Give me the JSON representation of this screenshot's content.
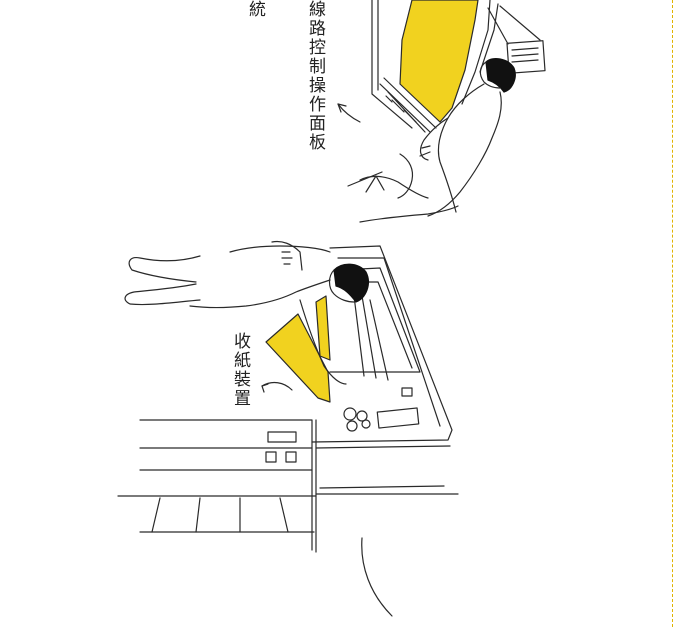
{
  "labels": {
    "control_panel": "線路控制操作面板",
    "paper_feed": "收紙裝置",
    "cut_fragment": "統"
  },
  "colors": {
    "highlight": "#f1d21f",
    "ink": "#2a2a2a",
    "edge": "#e0b400"
  }
}
